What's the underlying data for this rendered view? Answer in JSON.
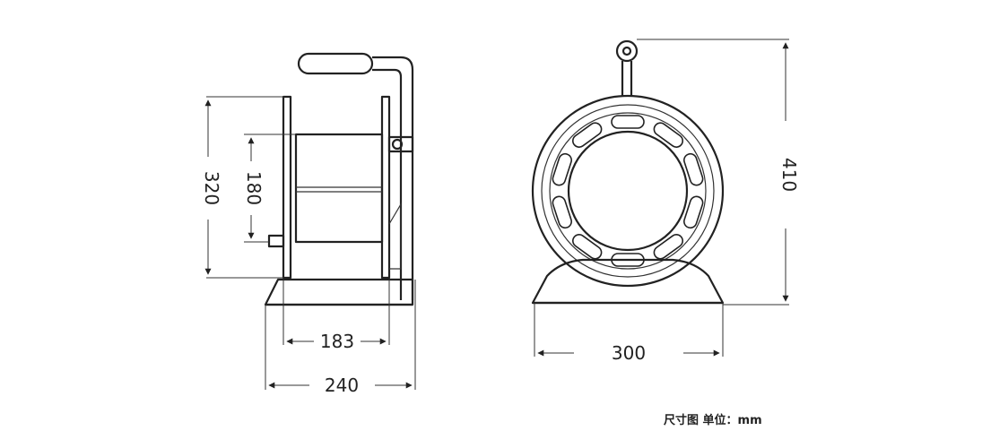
{
  "dimensions": {
    "side_height": "320",
    "drum_height": "180",
    "drum_width": "183",
    "base_width": "240",
    "front_width": "300",
    "front_height": "410"
  },
  "footer": {
    "label": "尺寸图 单位：mm"
  }
}
